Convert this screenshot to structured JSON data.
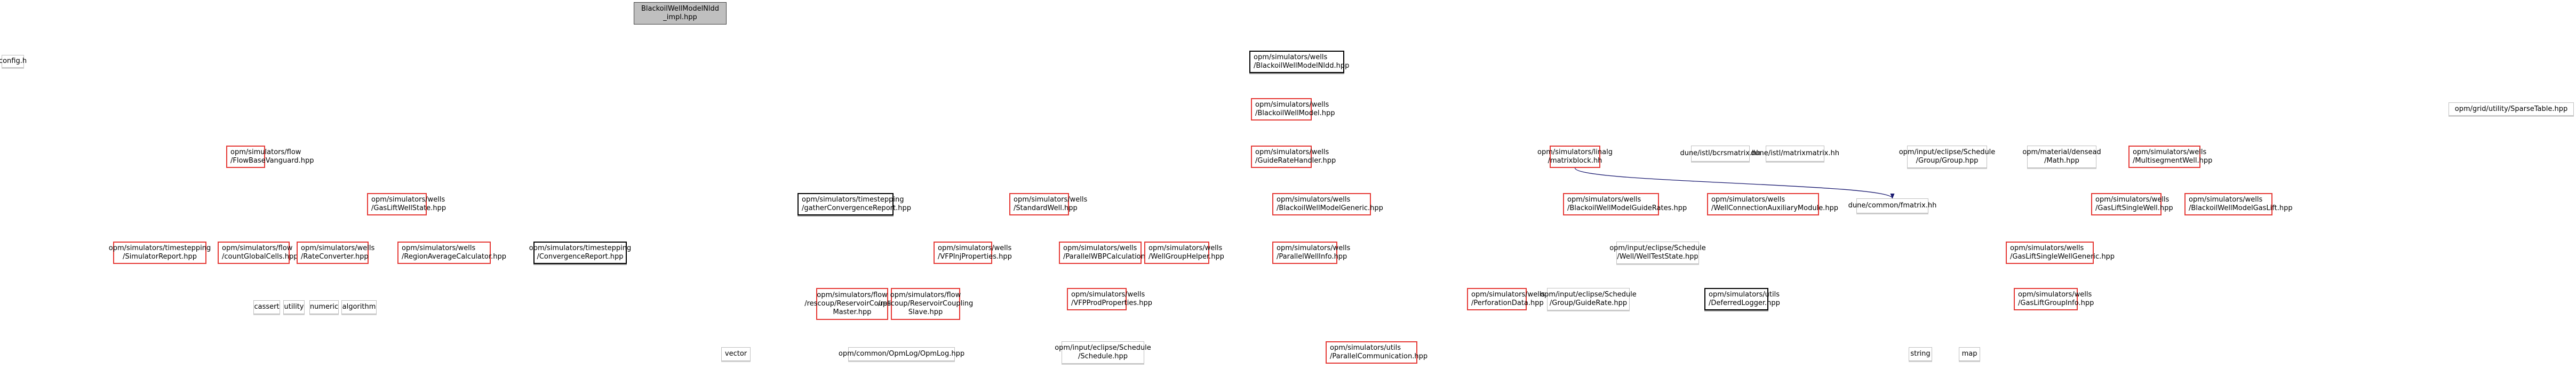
{
  "diagram": {
    "title": "BlackoilWellModelNldd_impl.hpp include dependency graph",
    "colors": {
      "edge": "#191970",
      "documented_border": "#e53935",
      "undocumented_border": "#bfbfbf",
      "root_fill": "#bfbfbf"
    },
    "nodes": {
      "root": "BlackoilWellModelNldd\n_impl.hpp",
      "config": "config.h",
      "nldd": "opm/simulators/wells\n/BlackoilWellModelNldd.hpp",
      "sparsetable": "opm/grid/utility/SparseTable.hpp",
      "bwm": "opm/simulators/wells\n/BlackoilWellModel.hpp",
      "flowvanguard": "opm/simulators/flow\n/FlowBaseVanguard.hpp",
      "gasliftwellstate": "opm/simulators/wells\n/GasLiftWellState.hpp",
      "gatherconv": "opm/simulators/timestepping\n/gatherConvergenceReport.hpp",
      "standardwell": "opm/simulators/wells\n/StandardWell.hpp",
      "guideratehandler": "opm/simulators/wells\n/GuideRateHandler.hpp",
      "bwmgeneric": "opm/simulators/wells\n/BlackoilWellModelGeneric.hpp",
      "matrixblock": "opm/simulators/linalg\n/matrixblock.hh",
      "bcrsmatrix": "dune/istl/bcrsmatrix.hh",
      "matrixmatrix": "dune/istl/matrixmatrix.hh",
      "group": "opm/input/eclipse/Schedule\n/Group/Group.hpp",
      "math": "opm/material/densead\n/Math.hpp",
      "msw": "opm/simulators/wells\n/MultisegmentWell.hpp",
      "guiderates": "opm/simulators/wells\n/BlackoilWellModelGuideRates.hpp",
      "connaux": "opm/simulators/wells\n/WellConnectionAuxiliaryModule.hpp",
      "fmatrix": "dune/common/fmatrix.hh",
      "gasliftsingle": "opm/simulators/wells\n/GasLiftSingleWell.hpp",
      "bwmgaslift": "opm/simulators/wells\n/BlackoilWellModelGasLift.hpp",
      "simreport": "opm/simulators/timestepping\n/SimulatorReport.hpp",
      "countcells": "opm/simulators/flow\n/countGlobalCells.hpp",
      "rateconv": "opm/simulators/wells\n/RateConverter.hpp",
      "regionavg": "opm/simulators/wells\n/RegionAverageCalculator.hpp",
      "convreport": "opm/simulators/timestepping\n/ConvergenceReport.hpp",
      "vfpinj": "opm/simulators/wells\n/VFPInjProperties.hpp",
      "parallelwbp": "opm/simulators/wells\n/ParallelWBPCalculation.hpp",
      "wellgrouphelper": "opm/simulators/wells\n/WellGroupHelper.hpp",
      "parallelwellinfo": "opm/simulators/wells\n/ParallelWellInfo.hpp",
      "welltest": "opm/input/eclipse/Schedule\n/Well/WellTestState.hpp",
      "gasliftgeneric": "opm/simulators/wells\n/GasLiftSingleWellGeneric.hpp",
      "cassert": "cassert",
      "utility": "utility",
      "numeric": "numeric",
      "algorithm": "algorithm",
      "rcmaster": "opm/simulators/flow\n/rescoup/ReservoirCoupling\nMaster.hpp",
      "rcslave": "opm/simulators/flow\n/rescoup/ReservoirCoupling\nSlave.hpp",
      "vfpprod": "opm/simulators/wells\n/VFPProdProperties.hpp",
      "perfdata": "opm/simulators/wells\n/PerforationData.hpp",
      "guiderate": "opm/input/eclipse/Schedule\n/Group/GuideRate.hpp",
      "deferredlogger": "opm/simulators/utils\n/DeferredLogger.hpp",
      "gasliftgroupinfo": "opm/simulators/wells\n/GasLiftGroupInfo.hpp",
      "vector": "vector",
      "opmlog": "opm/common/OpmLog/OpmLog.hpp",
      "schedule": "opm/input/eclipse/Schedule\n/Schedule.hpp",
      "parallelcomm": "opm/simulators/utils\n/ParallelCommunication.hpp",
      "string": "string",
      "map": "map"
    }
  }
}
